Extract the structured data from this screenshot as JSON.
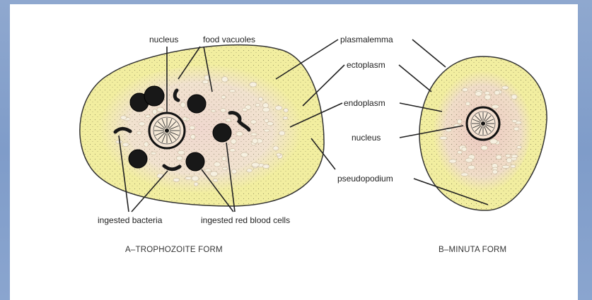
{
  "figure": {
    "form_a": {
      "caption": "A–TROPHOZOITE FORM",
      "labels": {
        "nucleus": "nucleus",
        "food_vacuoles": "food vacuoles",
        "ingested_bacteria": "ingested bacteria",
        "ingested_red_blood_cells": "ingested red blood cells"
      }
    },
    "form_b": {
      "caption": "B–MINUTA FORM",
      "labels": {
        "plasmalemma": "plasmalemma",
        "ectoplasm": "ectoplasm",
        "endoplasm": "endoplasm",
        "nucleus": "nucleus",
        "pseudopodium": "pseudopodium"
      }
    }
  },
  "colors": {
    "ectoplasm": "#f2eea0",
    "endoplasm": "#f1ddd0",
    "outline": "#333333",
    "vacuole": "#181818",
    "background_frame": "#8aa5cf"
  }
}
